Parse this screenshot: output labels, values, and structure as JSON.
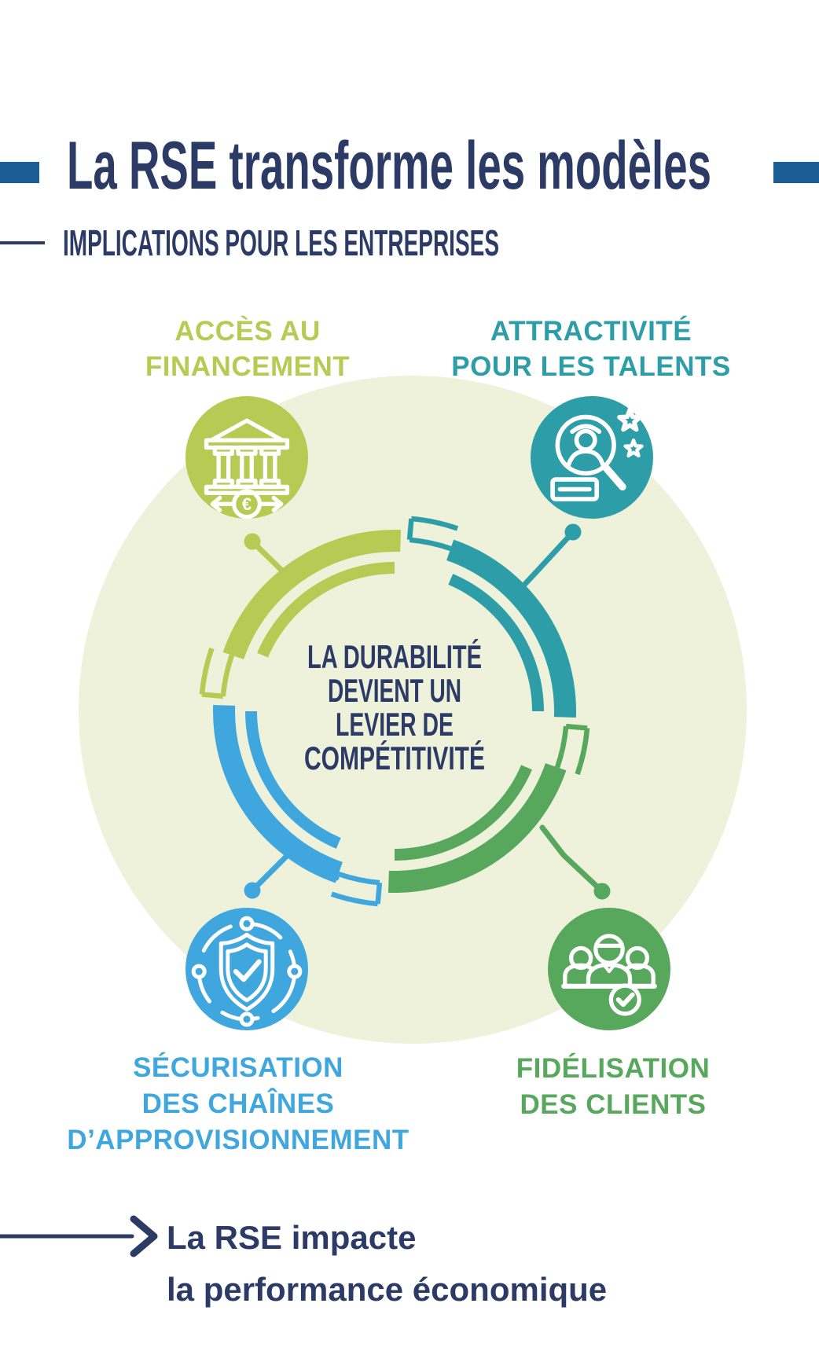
{
  "colors": {
    "navy": "#2c3a66",
    "header_bar_blue": "#1b5e96",
    "lime": "#b7ca53",
    "teal": "#2d9ea8",
    "blue": "#3fa7de",
    "green": "#57a75c",
    "pale_circle": "#eef2da"
  },
  "header": {
    "title": "La RSE transforme les modèles",
    "subtitle": "IMPLICATIONS POUR LES ENTREPRISES"
  },
  "center_message": {
    "line1": "LA DURABILITÉ",
    "line2": "DEVIENT UN",
    "line3": "LEVIER DE",
    "line4": "COMPÉTITIVITÉ"
  },
  "items": {
    "financement": {
      "line1": "ACCÈS AU",
      "line2": "FINANCEMENT",
      "icon": "bank-euro-icon"
    },
    "talents": {
      "line1": "ATTRACTIVITÉ",
      "line2": "POUR LES TALENTS",
      "icon": "talent-search-icon"
    },
    "chaines": {
      "line1": "SÉCURISATION",
      "line2": "DES CHAÎNES",
      "line3": "D’APPROVISIONNEMENT",
      "icon": "shield-check-icon"
    },
    "clients": {
      "line1": "FIDÉLISATION",
      "line2": "DES CLIENTS",
      "icon": "people-group-check-icon"
    }
  },
  "footer": {
    "line1": "La RSE impacte",
    "line2": "la performance économique"
  }
}
